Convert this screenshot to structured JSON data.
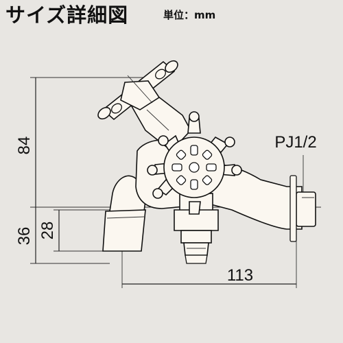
{
  "header": {
    "title": "サイズ詳細図",
    "unit_label": "単位：mm"
  },
  "dimensions": {
    "height_total": "84",
    "height_lower": "36",
    "height_spout": "28",
    "width": "113",
    "thread": "PJ1/2"
  }
}
